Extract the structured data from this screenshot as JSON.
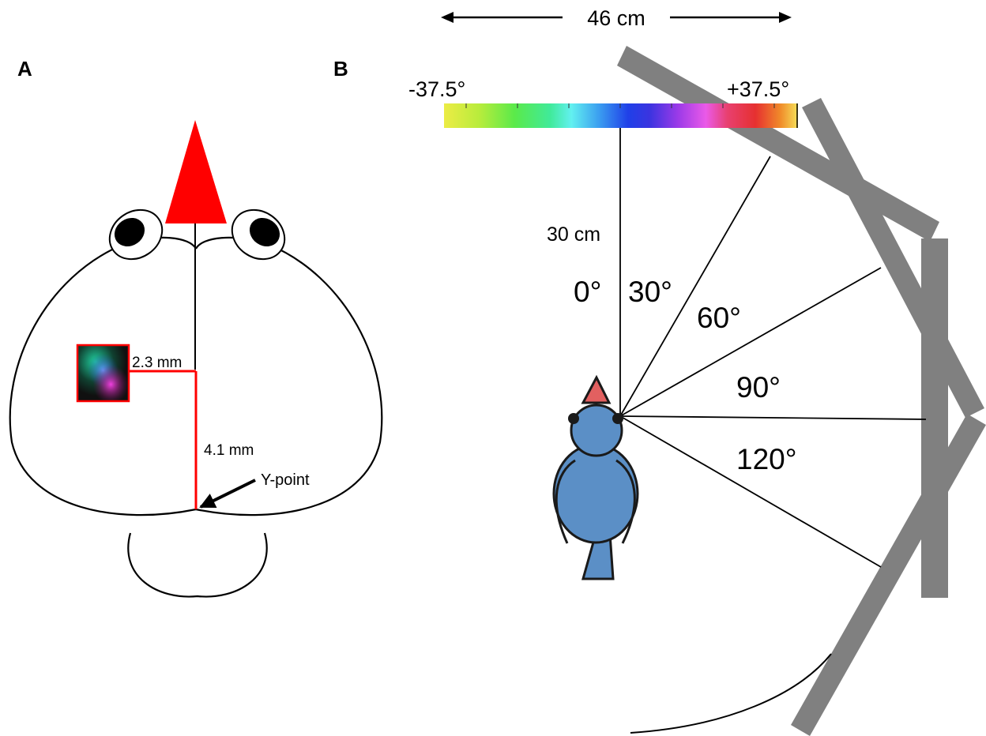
{
  "panels": {
    "a_label": "A",
    "b_label": "B"
  },
  "panel_a": {
    "ml_distance": "2.3 mm",
    "ap_distance": "4.1 mm",
    "landmark": "Y-point"
  },
  "panel_b": {
    "width_label": "46 cm",
    "distance_label": "30 cm",
    "scale_min": "-37.5°",
    "scale_max": "+37.5°",
    "angles": [
      "0°",
      "30°",
      "60°",
      "90°",
      "120°"
    ]
  },
  "colors": {
    "marker_red": "#ff0000",
    "bird_blue": "#5b8fc6",
    "bird_hat": "#e26060",
    "screen_gray": "#808080"
  }
}
